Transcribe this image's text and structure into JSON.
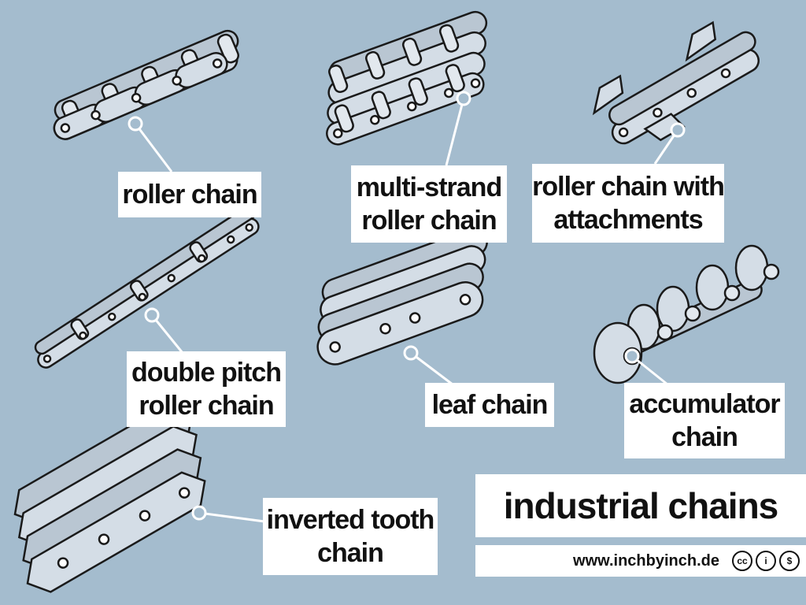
{
  "title": "industrial chains",
  "website": "www.inchbyinch.de",
  "license_icons": [
    {
      "name": "cc-icon",
      "glyph": "cc"
    },
    {
      "name": "by-icon",
      "glyph": "i"
    },
    {
      "name": "nc-icon",
      "glyph": "$"
    }
  ],
  "labels": {
    "roller_chain": [
      "roller chain"
    ],
    "multi_strand": [
      "multi-strand",
      "roller chain"
    ],
    "attachments": [
      "roller chain with",
      "attachments"
    ],
    "double_pitch": [
      "double pitch",
      "roller chain"
    ],
    "leaf_chain": [
      "leaf chain"
    ],
    "accumulator": [
      "accumulator",
      "chain"
    ],
    "inverted_tooth": [
      "inverted tooth",
      "chain"
    ]
  },
  "colors": {
    "background": "#a4bcce",
    "metal": "#d4dde6",
    "metal_shade": "#b9c6d2",
    "outline": "#1a1a1a",
    "leader": "#ffffff"
  }
}
